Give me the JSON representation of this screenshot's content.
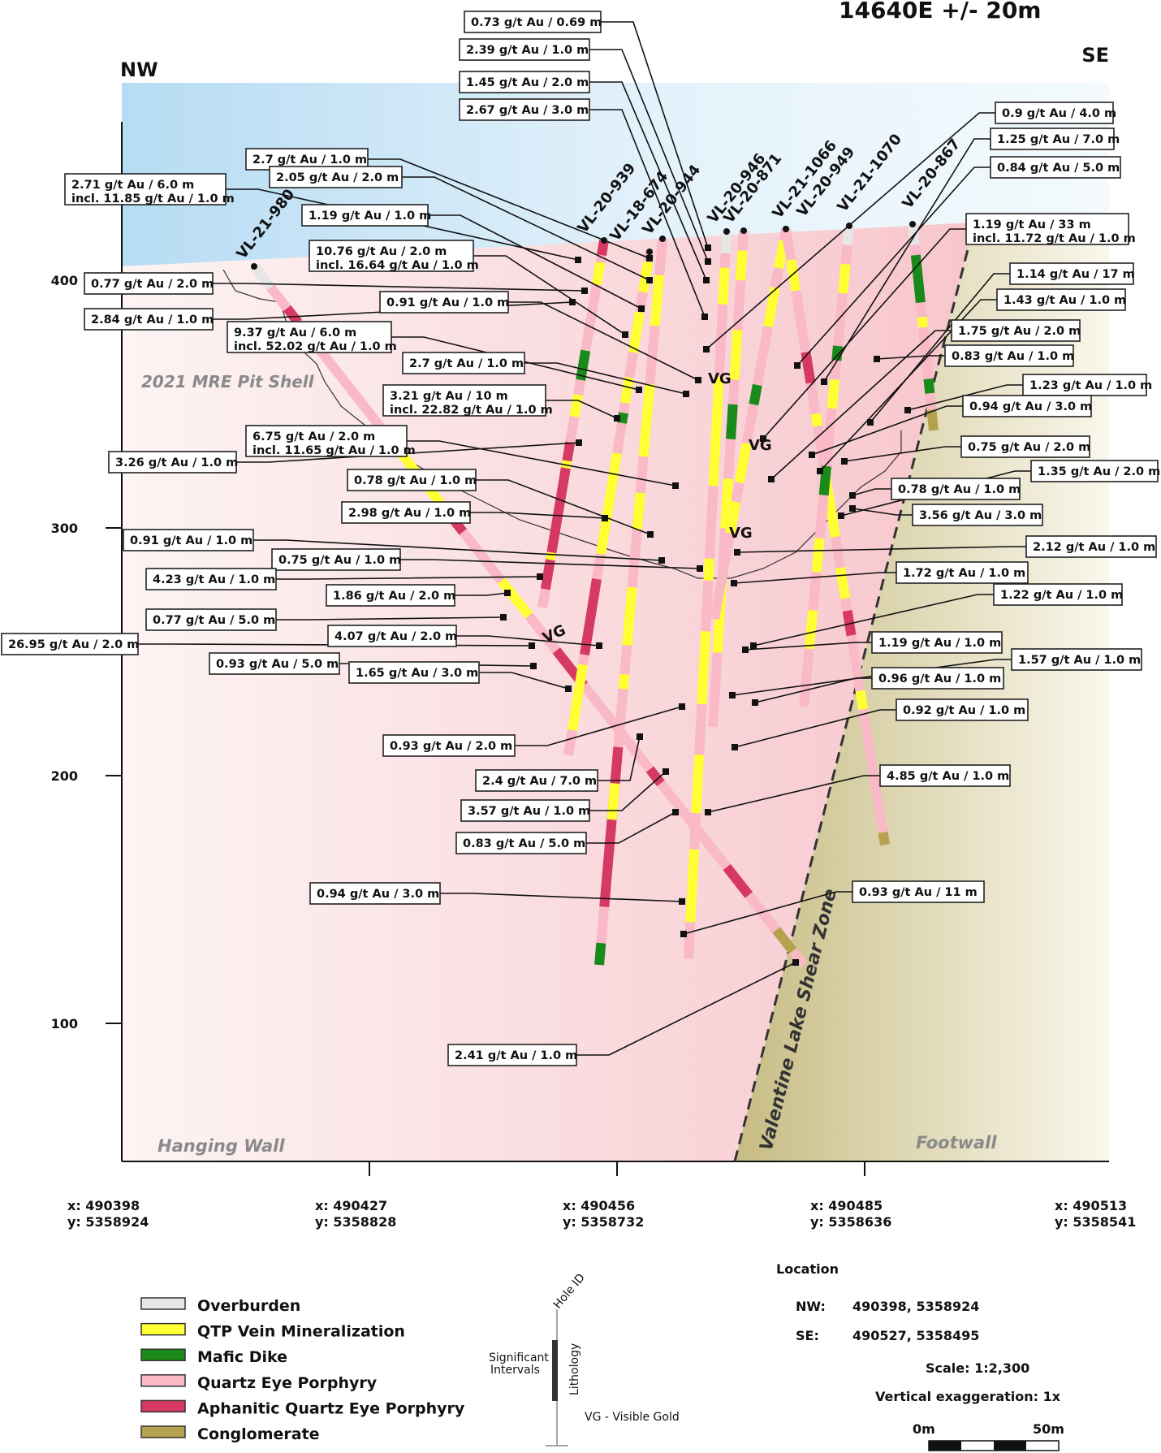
{
  "title": "14640E +/- 20m",
  "direction": {
    "nw": "NW",
    "se": "SE"
  },
  "elevation_ticks": [
    "400",
    "300",
    "200",
    "100"
  ],
  "coords": [
    {
      "x": "x: 490398",
      "y": "y: 5358924"
    },
    {
      "x": "x: 490427",
      "y": "y: 5358828"
    },
    {
      "x": "x: 490456",
      "y": "y: 5358732"
    },
    {
      "x": "x: 490485",
      "y": "y: 5358636"
    },
    {
      "x": "x: 490513",
      "y": "y: 5358541"
    }
  ],
  "zones": {
    "pit_shell": "2021 MRE Pit Shell",
    "hanging_wall": "Hanging Wall",
    "footwall": "Footwall",
    "shear_zone": "Valentine Lake Shear Zone",
    "vg": "VG"
  },
  "holes": [
    "VL-21-980",
    "VL-20-939",
    "VL-18-674",
    "VL-20-944",
    "VL-20-946",
    "VL-20-871",
    "VL-21-1066",
    "VL-20-949",
    "VL-21-1070",
    "VL-20-867"
  ],
  "intervals": [
    "0.73 g/t Au / 0.69 m",
    "2.39 g/t Au / 1.0 m",
    "1.45 g/t Au / 2.0 m",
    "2.67 g/t Au / 3.0 m",
    "2.7 g/t Au / 1.0 m",
    "2.05 g/t Au / 2.0 m",
    "2.71 g/t Au / 6.0 m",
    "incl. 11.85 g/t Au / 1.0 m",
    "1.19 g/t Au / 1.0 m",
    "10.76 g/t Au / 2.0 m",
    "incl. 16.64 g/t Au / 1.0 m",
    "0.77 g/t Au / 2.0 m",
    "0.91 g/t Au / 1.0 m",
    "2.84 g/t Au / 1.0 m",
    "9.37 g/t Au / 6.0 m",
    "incl. 52.02 g/t Au / 1.0 m",
    "2.7 g/t Au / 1.0 m",
    "3.21 g/t Au / 10 m",
    "incl. 22.82 g/t Au / 1.0 m",
    "6.75 g/t Au / 2.0 m",
    "incl. 11.65 g/t Au / 1.0 m",
    "3.26 g/t Au / 1.0 m",
    "0.78 g/t Au / 1.0 m",
    "2.98 g/t Au / 1.0 m",
    "0.91 g/t Au / 1.0 m",
    "0.75 g/t Au / 1.0 m",
    "4.23 g/t Au / 1.0 m",
    "1.86 g/t Au / 2.0 m",
    "0.77 g/t Au / 5.0 m",
    "4.07 g/t Au / 2.0 m",
    "26.95 g/t Au / 2.0 m",
    "0.93 g/t Au / 5.0 m",
    "1.65 g/t Au / 3.0 m",
    "0.93 g/t Au / 2.0 m",
    "2.4 g/t Au / 7.0 m",
    "3.57 g/t Au / 1.0 m",
    "0.83 g/t Au / 5.0 m",
    "0.94 g/t Au / 3.0 m",
    "2.41 g/t Au / 1.0 m",
    "0.9 g/t Au / 4.0 m",
    "1.25 g/t Au / 7.0 m",
    "0.84 g/t Au / 5.0 m",
    "1.19 g/t Au / 33 m",
    "incl. 11.72 g/t Au / 1.0 m",
    "1.14 g/t Au / 17 m",
    "1.43 g/t Au / 1.0 m",
    "1.75 g/t Au / 2.0 m",
    "0.83 g/t Au / 1.0 m",
    "1.23 g/t Au / 1.0 m",
    "0.94 g/t Au / 3.0 m",
    "0.75 g/t Au / 2.0 m",
    "1.35 g/t Au / 2.0 m",
    "0.78 g/t Au / 1.0 m",
    "3.56 g/t Au / 3.0 m",
    "2.12 g/t Au / 1.0 m",
    "1.72 g/t Au / 1.0 m",
    "1.22 g/t Au / 1.0 m",
    "1.19 g/t Au / 1.0 m",
    "1.57 g/t Au / 1.0 m",
    "0.96 g/t Au / 1.0 m",
    "0.92 g/t Au / 1.0 m",
    "4.85 g/t Au / 1.0 m",
    "0.93 g/t Au / 11 m"
  ],
  "legend": [
    {
      "label": "Overburden",
      "color": "#e6e6e6"
    },
    {
      "label": "QTP Vein Mineralization",
      "color": "#ffff33"
    },
    {
      "label": "Mafic Dike",
      "color": "#1a8a1a"
    },
    {
      "label": "Quartz Eye Porphyry",
      "color": "#f9b9c6"
    },
    {
      "label": "Aphanitic Quartz Eye Porphyry",
      "color": "#d63a63"
    },
    {
      "label": "Conglomerate",
      "color": "#b5a24e"
    }
  ],
  "key": {
    "hole_id": "Hole ID",
    "significant": "Significant",
    "intervals": "Intervals",
    "lithology": "Lithology",
    "vg": "VG - Visible Gold"
  },
  "location": {
    "title": "Location",
    "nw_label": "NW:",
    "nw_value": "490398, 5358924",
    "se_label": "SE:",
    "se_value": "490527, 5358495",
    "scale": "Scale: 1:2,300",
    "vex": "Vertical exaggeration: 1x",
    "bar_start": "0m",
    "bar_end": "50m"
  }
}
